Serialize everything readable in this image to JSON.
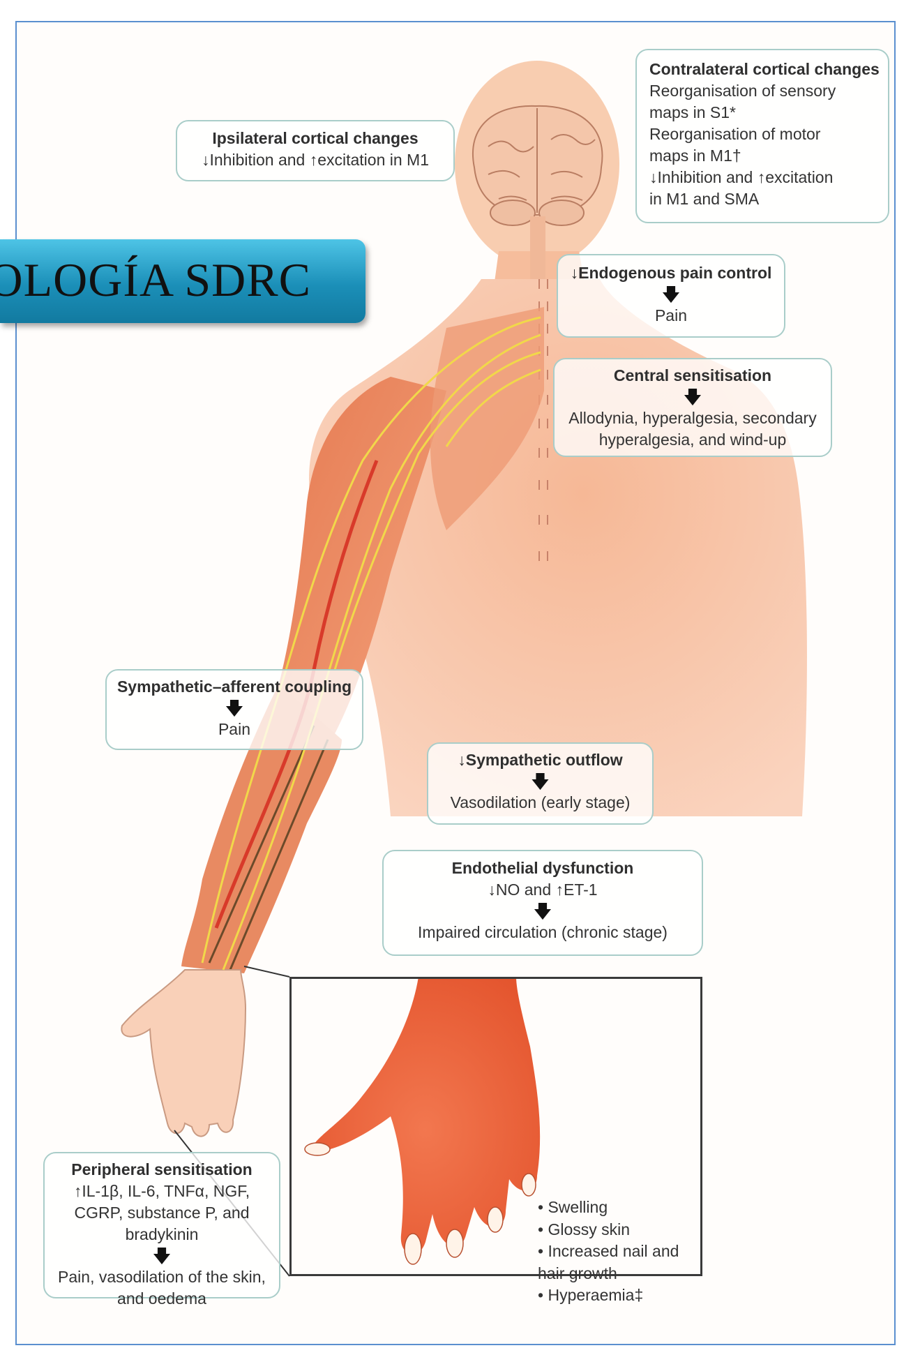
{
  "banner": {
    "title": "OLOGÍA SDRC"
  },
  "labels": {
    "contralateral": {
      "heading": "Contralateral cortical changes",
      "lines": [
        "Reorganisation of sensory",
        "maps in S1*",
        "Reorganisation of motor",
        "maps in M1†",
        "↓Inhibition and ↑excitation",
        "in M1 and SMA"
      ]
    },
    "ipsilateral": {
      "heading": "Ipsilateral cortical changes",
      "line": "↓Inhibition and ↑excitation in M1"
    },
    "endogenous": {
      "heading": "↓Endogenous pain control",
      "arrow": "🡇",
      "result": "Pain"
    },
    "central": {
      "heading": "Central sensitisation",
      "arrow": "🡇",
      "result": "Allodynia, hyperalgesia, secondary hyperalgesia, and wind-up"
    },
    "sympathetic_afferent": {
      "heading": "Sympathetic–afferent coupling",
      "arrow": "🡇",
      "result": "Pain"
    },
    "sympathetic_outflow": {
      "heading": "↓Sympathetic outflow",
      "arrow": "🡇",
      "result": "Vasodilation (early stage)"
    },
    "endothelial": {
      "heading": "Endothelial dysfunction",
      "line": "↓NO and ↑ET-1",
      "arrow": "🡇",
      "result": "Impaired circulation (chronic stage)"
    },
    "peripheral": {
      "heading": "Peripheral sensitisation",
      "line": "↑IL-1β, IL-6, TNFα, NGF, CGRP, substance P, and bradykinin",
      "arrow": "🡇",
      "result": "Pain, vasodilation of the skin, and oedema"
    }
  },
  "inset": {
    "items": [
      "Swelling",
      "Glossy skin",
      "Increased nail and hair growth",
      "Hyperaemia‡"
    ]
  },
  "colors": {
    "skin": "#f7c7a7",
    "muscle": "#e8825a",
    "nerve": "#f1d84a",
    "vessel": "#d83a2a",
    "box_border": "#a9cdc9",
    "banner": "#1b8fb8"
  }
}
